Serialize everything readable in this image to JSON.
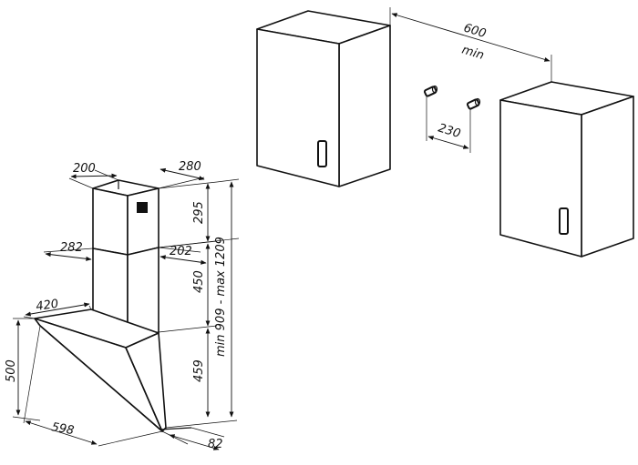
{
  "dimensions": {
    "hood_width_top": "280",
    "chimney_depth": "200",
    "chimney_upper_height": "295",
    "chimney_lower_height": "450",
    "chimney_lower_width": "202",
    "chimney_lower_depth": "282",
    "hood_depth": "420",
    "hood_height": "500",
    "hood_width": "598",
    "hood_lower_height": "459",
    "total_height_range": "min 909 - max 1209",
    "bottom_offset": "82",
    "cabinet_gap": "600",
    "cabinet_gap_qualifier": "min",
    "bracket_spacing": "230"
  },
  "colors": {
    "line": "#111111",
    "background": "#ffffff"
  }
}
